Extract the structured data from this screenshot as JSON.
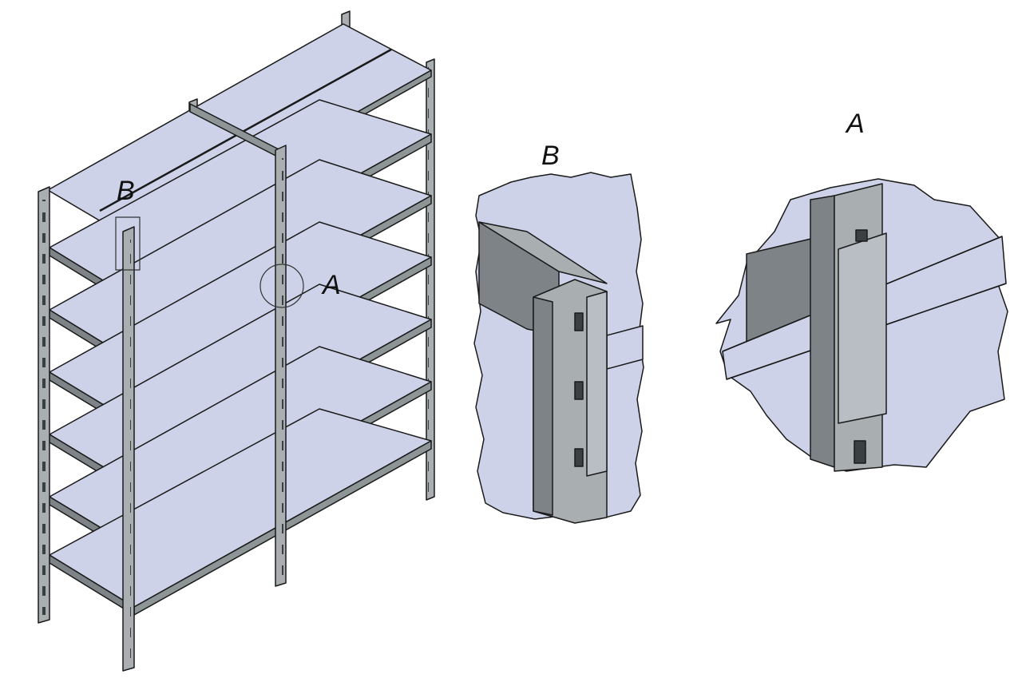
{
  "labels": {
    "overview_b": "B",
    "overview_a": "A",
    "detail_b": "B",
    "detail_a": "A"
  },
  "colors": {
    "shelf": "#cdd2e8",
    "post": "#a9aeb1",
    "post_dark": "#7d8387",
    "crossbar": "#8e9596",
    "line": "#1a1a1a",
    "background": "#ffffff"
  }
}
